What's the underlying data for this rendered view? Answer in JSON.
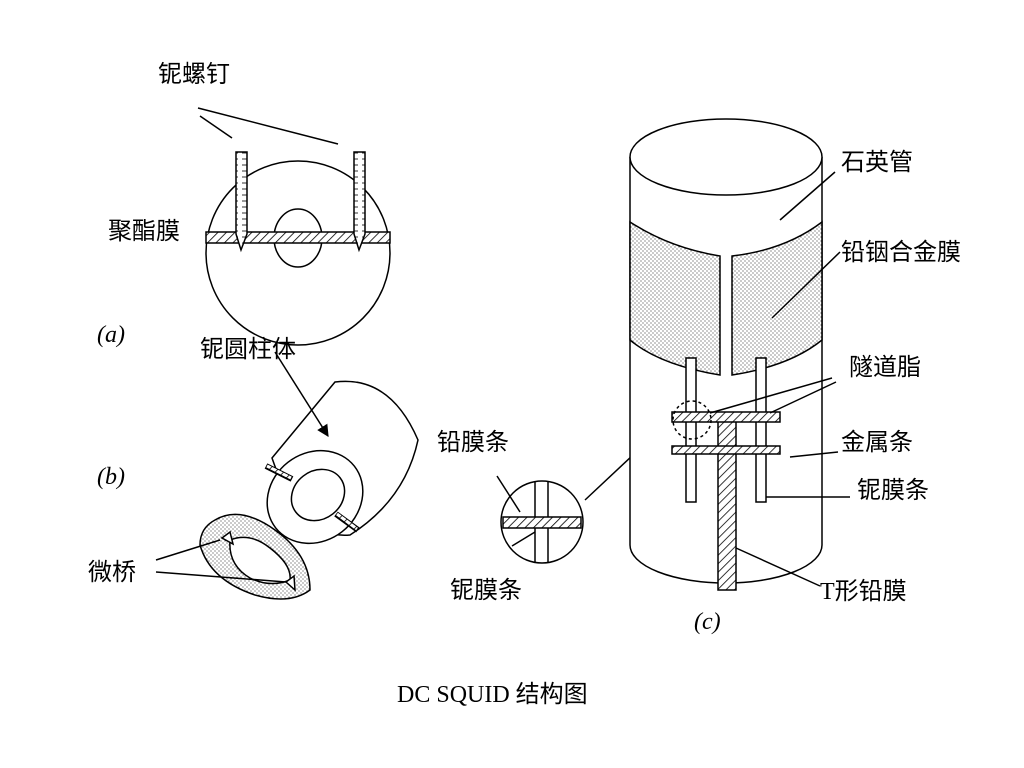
{
  "figure": {
    "caption": "DC SQUID 结构图",
    "panel_a": {
      "tag": "(a)",
      "label_screws": "铌螺钉",
      "label_film": "聚酯膜"
    },
    "panel_b": {
      "tag": "(b)",
      "label_cylinder": "铌圆柱体",
      "label_bridge": "微桥"
    },
    "panel_c": {
      "tag": "(c)",
      "label_quartz": "石英管",
      "label_alloy": "铅铟合金膜",
      "label_grease": "隧道脂",
      "label_metal_strip": "金属条",
      "label_nb_strip": "铌膜条",
      "label_t_film": "T形铅膜",
      "inset_pb_strip": "铅膜条",
      "inset_nb_strip": "铌膜条"
    }
  }
}
